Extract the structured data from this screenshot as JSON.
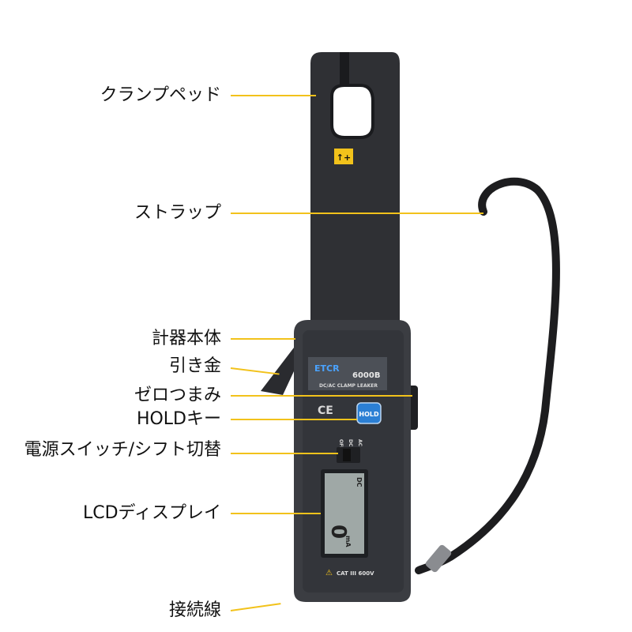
{
  "labels": [
    {
      "id": "clamp-pad",
      "text": "クランプペッド"
    },
    {
      "id": "strap",
      "text": "ストラップ"
    },
    {
      "id": "meter-body",
      "text": "計器本体"
    },
    {
      "id": "trigger",
      "text": "引き金"
    },
    {
      "id": "zero-knob",
      "text": "ゼロつまみ"
    },
    {
      "id": "hold-key",
      "text": "HOLDキー"
    },
    {
      "id": "power-switch",
      "text": "電源スイッチ/シフト切替"
    },
    {
      "id": "lcd-display",
      "text": "LCDディスプレイ"
    },
    {
      "id": "connection-cable",
      "text": "接続線"
    }
  ],
  "device": {
    "brand": "ETCR",
    "model": "6000B",
    "subtitle": "DC/AC CLAMP LEAKER",
    "ce_mark": "CE",
    "hold_button": "HOLD",
    "switch_positions": {
      "off": "OFF",
      "dc": "DC",
      "ac": "AC"
    },
    "lcd_indicator": "DC",
    "lcd_reading": "0",
    "lcd_unit": "mA",
    "warning_label": "CAT III 600V",
    "clamp_badge": "↑+"
  },
  "colors": {
    "leader_line": "#f2c21b",
    "body": "#3b3d42",
    "clamp": "#2f3034",
    "panel": "#46494f",
    "hold_button": "#2b7fd4",
    "lcd": "#9fa8a6"
  }
}
